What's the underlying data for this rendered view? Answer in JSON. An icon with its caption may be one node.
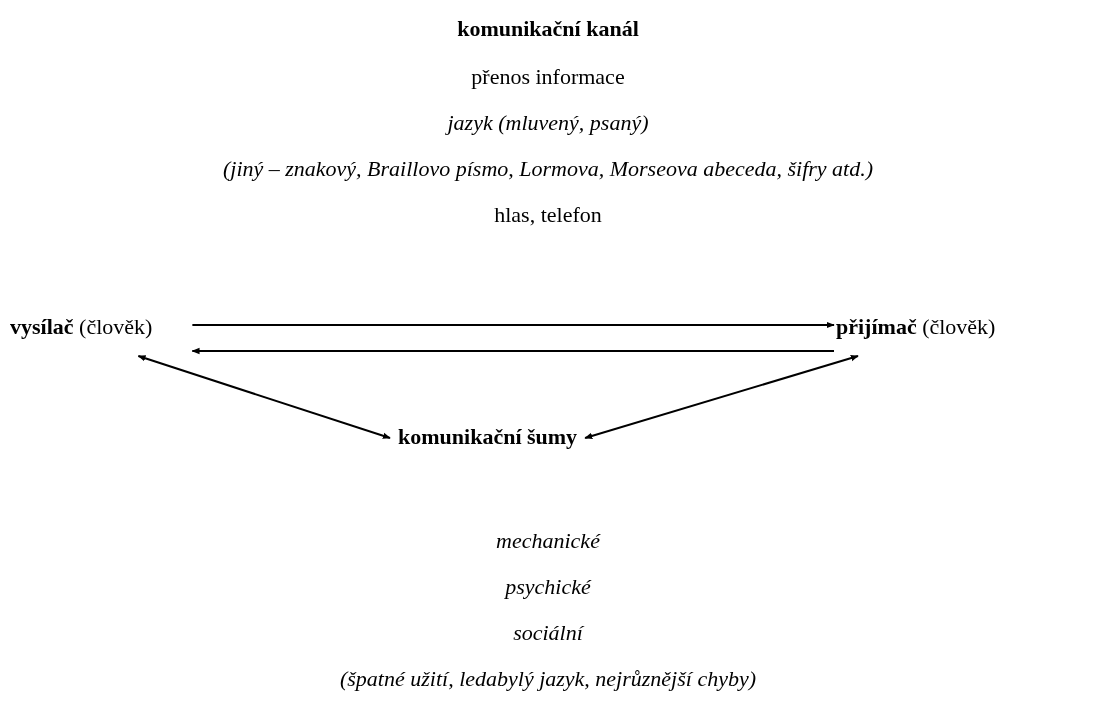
{
  "diagram": {
    "title": "komunikační kanál",
    "nodes": [
      {
        "text": [
          "**vysílač** (člověk)"
        ]
      },
      {
        "text": [
          "**přijímač** (člověk)"
        ]
      },
      {
        "text": [
          "komunikační šumy"
        ]
      }
    ],
    "edges": [
      {
        "from": 0,
        "to": 1,
        "arrow": "to"
      },
      {
        "from": 1,
        "to": 0,
        "arrow": "to"
      },
      {
        "from": 0,
        "to": 2,
        "arrow": "both"
      },
      {
        "from": 1,
        "to": 2,
        "arrow": "both"
      }
    ],
    "labels": [
      "přenos informace",
      "jazyk (mluvený, psaný)",
      "(jiný – znakový, Braillovo písmo, Lormova, Morseova abeceda, šifry atd.)",
      "hlas, telefon",
      "mechanické",
      "psychické",
      "sociální",
      "(špatné užití, ledabylý jazyk, nejrůznější chyby)"
    ]
  }
}
